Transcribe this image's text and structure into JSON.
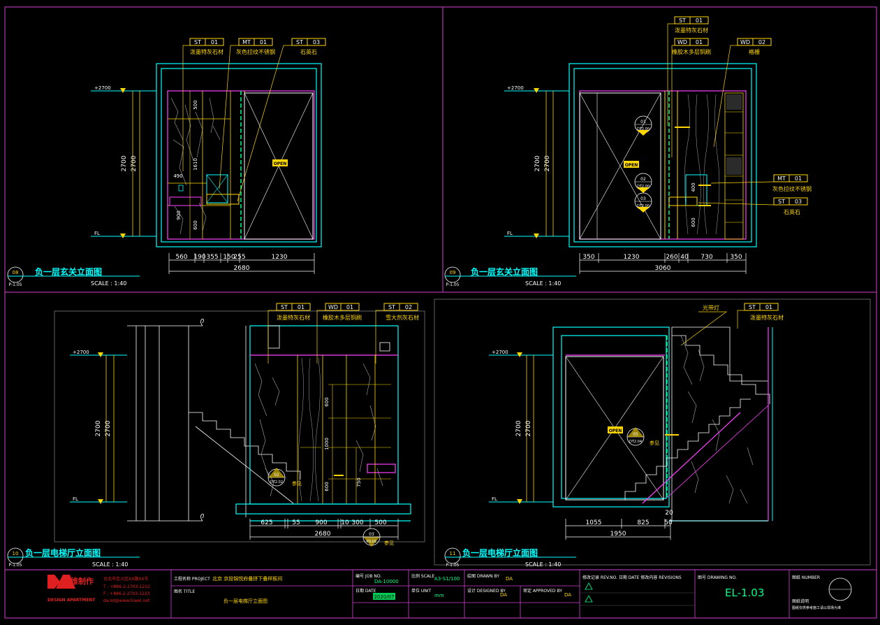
{
  "drawings": [
    {
      "id": "08",
      "ref": "P-1.05",
      "title": "负一层玄关立面图",
      "scale": "SCALE : 1:40",
      "levels": [
        "+2700",
        "FL"
      ],
      "heights": [
        "2700",
        "2700"
      ],
      "tags": [
        {
          "code": "ST",
          "num": "01",
          "label": "泼墨特灰石材"
        },
        {
          "code": "MT",
          "num": "01",
          "label": "灰色拉纹不锈钢"
        },
        {
          "code": "ST",
          "num": "03",
          "label": "石英石"
        }
      ],
      "vdims": [
        "500",
        "1610",
        "490",
        "900",
        "600"
      ],
      "open": "OPEN",
      "dims": [
        "560",
        "190",
        "355",
        "150",
        "255",
        "1230"
      ],
      "total": "2680"
    },
    {
      "id": "09",
      "ref": "P-1.05",
      "title": "负一层玄关立面图",
      "scale": "SCALE : 1:40",
      "levels": [
        "+2700",
        "FL"
      ],
      "heights": [
        "2700",
        "2700"
      ],
      "tags": [
        {
          "code": "ST",
          "num": "01",
          "label": "泼墨特灰石材"
        },
        {
          "code": "WD",
          "num": "01",
          "label": "橡胶木多层铜刷"
        },
        {
          "code": "WD",
          "num": "02",
          "label": "格栅"
        },
        {
          "code": "MT",
          "num": "01",
          "label": "灰色拉纹不锈钢"
        },
        {
          "code": "ST",
          "num": "03",
          "label": "石英石"
        }
      ],
      "vdims": [
        "400",
        "600"
      ],
      "open": "OPEN",
      "refs": [
        {
          "n": "01",
          "s": "DT2.00"
        },
        {
          "n": "02",
          "s": "DT2.00"
        },
        {
          "n": "03",
          "s": "DT2.00"
        }
      ],
      "dims": [
        "350",
        "1230",
        "260",
        "40",
        "730",
        "350"
      ],
      "total": "3060"
    },
    {
      "id": "10",
      "ref": "P-1.05",
      "title": "负一层电梯厅立面图",
      "scale": "SCALE : 1:40",
      "levels": [
        "+2700",
        "FL"
      ],
      "heights": [
        "2700",
        "2700"
      ],
      "tags": [
        {
          "code": "ST",
          "num": "01",
          "label": "泼墨特灰石材"
        },
        {
          "code": "WD",
          "num": "01",
          "label": "橡胶木多层铜刷"
        },
        {
          "code": "ST",
          "num": "02",
          "label": "雪大剂灰石材"
        }
      ],
      "vdims": [
        "600",
        "1000",
        "600",
        "750"
      ],
      "refs": [
        {
          "n": "02",
          "s": "DT2.02",
          "note": "参见"
        },
        {
          "n": "03",
          "s": "P3.01",
          "note": "参见"
        }
      ],
      "dims": [
        "625",
        "55",
        "900",
        "10",
        "300",
        "500"
      ],
      "total": "2680"
    },
    {
      "id": "11",
      "ref": "P-1.05",
      "title": "负一层电梯厅立面图",
      "scale": "SCALE : 1:40",
      "levels": [
        "+2700",
        "FL"
      ],
      "heights": [
        "2700",
        "2700"
      ],
      "tags": [
        {
          "code": "",
          "num": "",
          "label": "光带灯"
        },
        {
          "code": "ST",
          "num": "01",
          "label": "泼墨特灰石材"
        }
      ],
      "open": "OPEN",
      "refs": [
        {
          "n": "05",
          "s": "DT2.04",
          "note": "参见"
        }
      ],
      "dims": [
        "1055",
        "825",
        "50"
      ],
      "sub": "20",
      "total": "1950"
    }
  ],
  "titleblock": {
    "logo_cn": "乔维制作",
    "logo_en": "DESIGN APARTMENT",
    "address": "台北市信义区XX路XX号",
    "tel": "T : +886-2-2703-1222",
    "fax": "F : +886-2-2703-1223",
    "email": "da.kd@www.hiwel.net",
    "project_label": "工程名称 PROJECT",
    "project": "北京 京投锦悦府叠拼下叠样板间",
    "title_label": "图名 TITLE",
    "title": "负一层电梯厅立面图",
    "job_label": "编号 JOB NO.",
    "job": "DA-10000",
    "scale_label": "比例 SCALE",
    "scale": "A3-S1/100",
    "date_label": "日期 DATE",
    "date": "2020/07",
    "unit_label": "单位 UNIT",
    "unit": "mm",
    "drawn_label": "绘图 DRAWN BY",
    "drawn": "DA",
    "designed_label": "设计 DESIGNED BY",
    "designed": "DA",
    "approved_label": "审定 APPROVED BY",
    "approved": "DA",
    "rev_label": "修改记录 REV.NO.  日期 DATE  修改内容 REVISIONS",
    "dwg_label": "图号 DRAWING NO.",
    "dwg": "EL-1.03",
    "num_label": "图纸 NUMBER",
    "note1": "图纸说明",
    "note2": "图纸仅供参考施工请以现场为准"
  }
}
